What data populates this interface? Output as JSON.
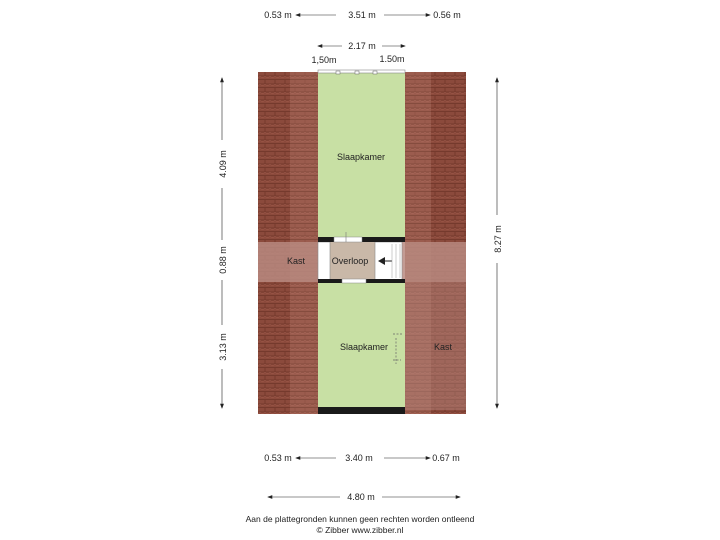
{
  "floorplan": {
    "rooms": {
      "bedroom_top": "Slaapkamer",
      "landing": "Overloop",
      "closet_left": "Kast",
      "bedroom_bottom": "Slaapkamer",
      "closet_right": "Kast"
    },
    "dimensions": {
      "top_left": "0.53 m",
      "top_mid": "3.51 m",
      "top_right": "0.56 m",
      "inner_width": "2.17 m",
      "window_left": "1,50m",
      "window_right": "1.50m",
      "left_upper": "4.09 m",
      "left_mid": "0.88 m",
      "left_lower": "3.13 m",
      "right_total": "8.27 m",
      "bottom_left": "0.53 m",
      "bottom_mid": "3.40 m",
      "bottom_right": "0.67 m",
      "bottom_total": "4.80 m"
    },
    "colors": {
      "roof": "#8b4a3c",
      "room": "#c8e0a4",
      "landing": "#c9b8a8",
      "wall": "#1a1a1a"
    }
  },
  "footer": {
    "line1": "Aan de plattegronden kunnen geen rechten worden ontleend",
    "line2": "© Zibber www.zibber.nl"
  }
}
